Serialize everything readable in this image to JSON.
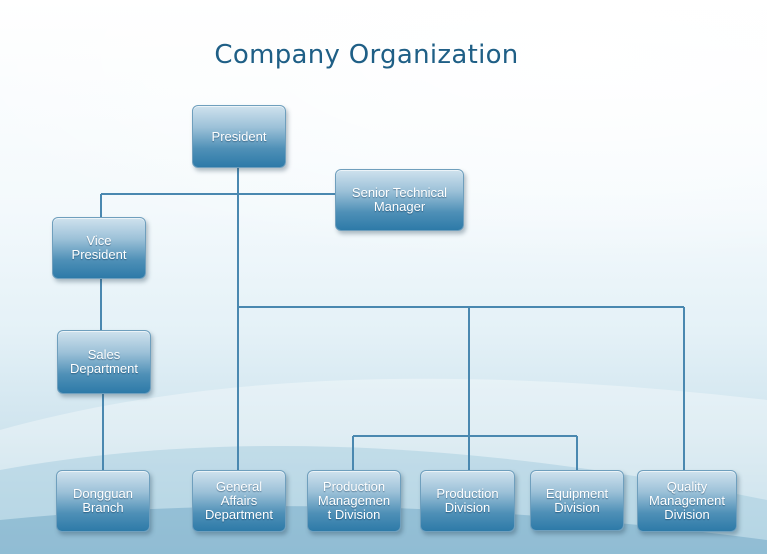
{
  "title": "Company Organization",
  "nodes": {
    "president": "President",
    "senior_technical_manager": "Senior Technical\nManager",
    "vice_president": "Vice\nPresident",
    "sales_department": "Sales\nDepartment",
    "dongguan_branch": "Dongguan\nBranch",
    "general_affairs": "General\nAffairs\nDepartment",
    "production_management": "Production\nManagemen\nt Division",
    "production_division": "Production\nDivision",
    "equipment_division": "Equipment\nDivision",
    "quality_management": "Quality\nManagement\nDivision"
  },
  "colors": {
    "connector": "#4a88b0",
    "title": "#1f5f86",
    "box_dark": "#2d7aa8",
    "box_light": "#cfe2ee"
  }
}
